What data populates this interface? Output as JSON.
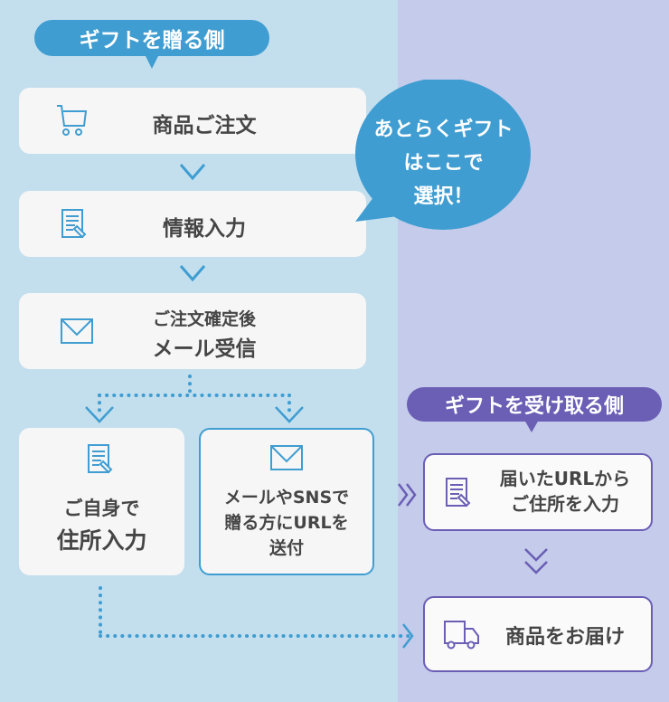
{
  "sender": {
    "title": "ギフトを贈る側",
    "steps": [
      {
        "label": "商品ご注文",
        "icon": "cart-icon"
      },
      {
        "label": "情報入力",
        "icon": "form-icon"
      },
      {
        "line1": "ご注文確定後",
        "line2": "メール受信",
        "icon": "mail-icon"
      }
    ],
    "options": [
      {
        "line1": "ご自身で",
        "line2": "住所入力",
        "icon": "form-icon"
      },
      {
        "line1": "メールやSNSで",
        "line2": "贈る方にURLを",
        "line3": "送付",
        "icon": "mail-icon"
      }
    ]
  },
  "callout": {
    "line1": "あとらくギフト",
    "line2": "はここで",
    "line3": "選択！"
  },
  "receiver": {
    "title": "ギフトを受け取る側",
    "steps": [
      {
        "line1": "届いたURLから",
        "line2": "ご住所を入力",
        "icon": "form-icon"
      },
      {
        "label": "商品をお届け",
        "icon": "truck-icon"
      }
    ]
  },
  "colors": {
    "sender": "#3f9dd1",
    "receiver": "#6a5eb5",
    "left_bg": "#c3dfee",
    "right_bg": "#c5cbea"
  }
}
